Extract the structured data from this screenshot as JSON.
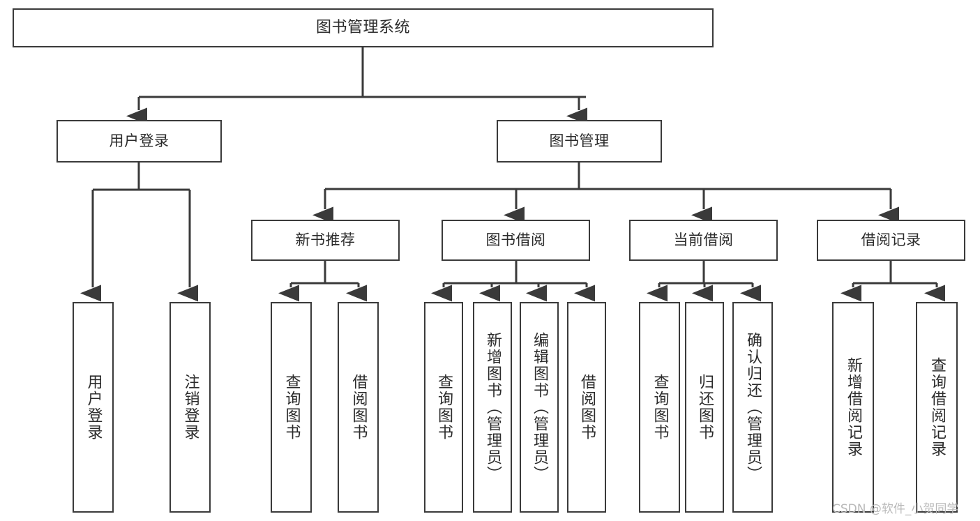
{
  "diagram": {
    "title": "图书管理系统",
    "type": "tree-hierarchy-chart",
    "orientation": "top-down",
    "colors": {
      "background": "#ffffff",
      "box_border": "#3a3a3a",
      "box_fill": "#ffffff",
      "text": "#2b2b2b",
      "connector": "#3a3a3a",
      "watermark": "#b9b9b9"
    }
  },
  "nodes": {
    "root": {
      "label": "图书管理系统",
      "level": 1
    },
    "user_login": {
      "label": "用户登录",
      "level": 2
    },
    "book_manage": {
      "label": "图书管理",
      "level": 2
    },
    "new_book_rec": {
      "label": "新书推荐",
      "level": 3
    },
    "book_borrow": {
      "label": "图书借阅",
      "level": 3
    },
    "current_borrow": {
      "label": "当前借阅",
      "level": 3
    },
    "borrow_record": {
      "label": "借阅记录",
      "level": 3
    },
    "leaf_user_login": {
      "label": "用户登录",
      "level": 3
    },
    "leaf_logout": {
      "label": "注销登录",
      "level": 3
    },
    "leaf_query_book_1": {
      "label": "查询图书",
      "level": 4
    },
    "leaf_borrow_book_1": {
      "label": "借阅图书",
      "level": 4
    },
    "leaf_query_book_2": {
      "label": "查询图书",
      "level": 4
    },
    "leaf_add_book": {
      "label": "新增图书（管理员）",
      "level": 4
    },
    "leaf_edit_book": {
      "label": "编辑图书（管理员）",
      "level": 4
    },
    "leaf_borrow_book_2": {
      "label": "借阅图书",
      "level": 4
    },
    "leaf_query_book_3": {
      "label": "查询图书",
      "level": 4
    },
    "leaf_return_book": {
      "label": "归还图书",
      "level": 4
    },
    "leaf_confirm_return": {
      "label": "确认归还（管理员）",
      "level": 4
    },
    "leaf_add_record": {
      "label": "新增借阅记录",
      "level": 4
    },
    "leaf_query_record": {
      "label": "查询借阅记录",
      "level": 4
    }
  },
  "watermark": {
    "text": "CSDN @软件_小贺同学"
  }
}
